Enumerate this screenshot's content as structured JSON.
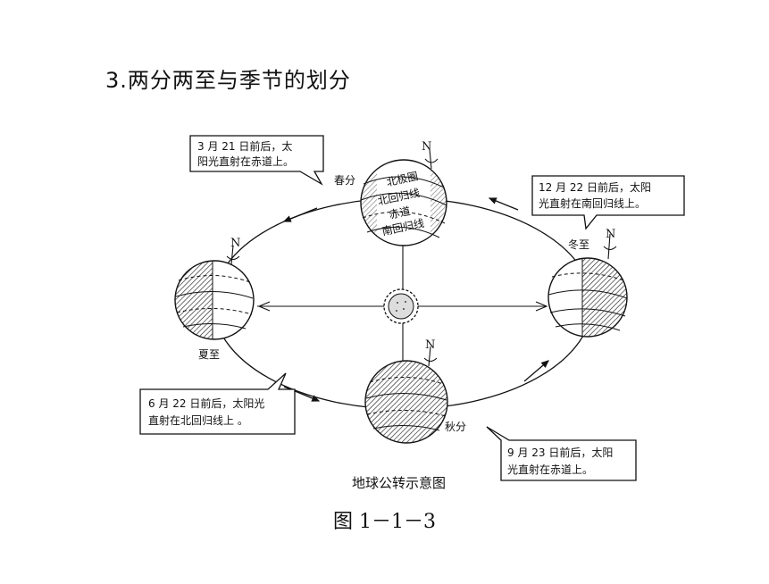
{
  "page": {
    "title": "3.两分两至与季节的划分",
    "figure_number": "图 1－1－3"
  },
  "diagram": {
    "caption": "地球公转示意图",
    "north_marker": "N",
    "positions": {
      "spring": {
        "label": "春分",
        "callout": [
          "3 月 21 日前后，太",
          "阳光直射在赤道上。"
        ]
      },
      "winter": {
        "label": "冬至",
        "callout": [
          "12 月 22 日前后，太阳",
          "光直射在南回归线上。"
        ]
      },
      "summer": {
        "label": "夏至",
        "callout": [
          "6 月 22 日前后，太阳光",
          "直射在北回归线上 。"
        ]
      },
      "autumn": {
        "label": "秋分",
        "callout": [
          "9 月 23 日前后，太阳",
          "光直射在赤道上。"
        ]
      }
    },
    "globe_lines": [
      "北极圈",
      "北回归线",
      "赤道",
      "南回归线"
    ]
  }
}
